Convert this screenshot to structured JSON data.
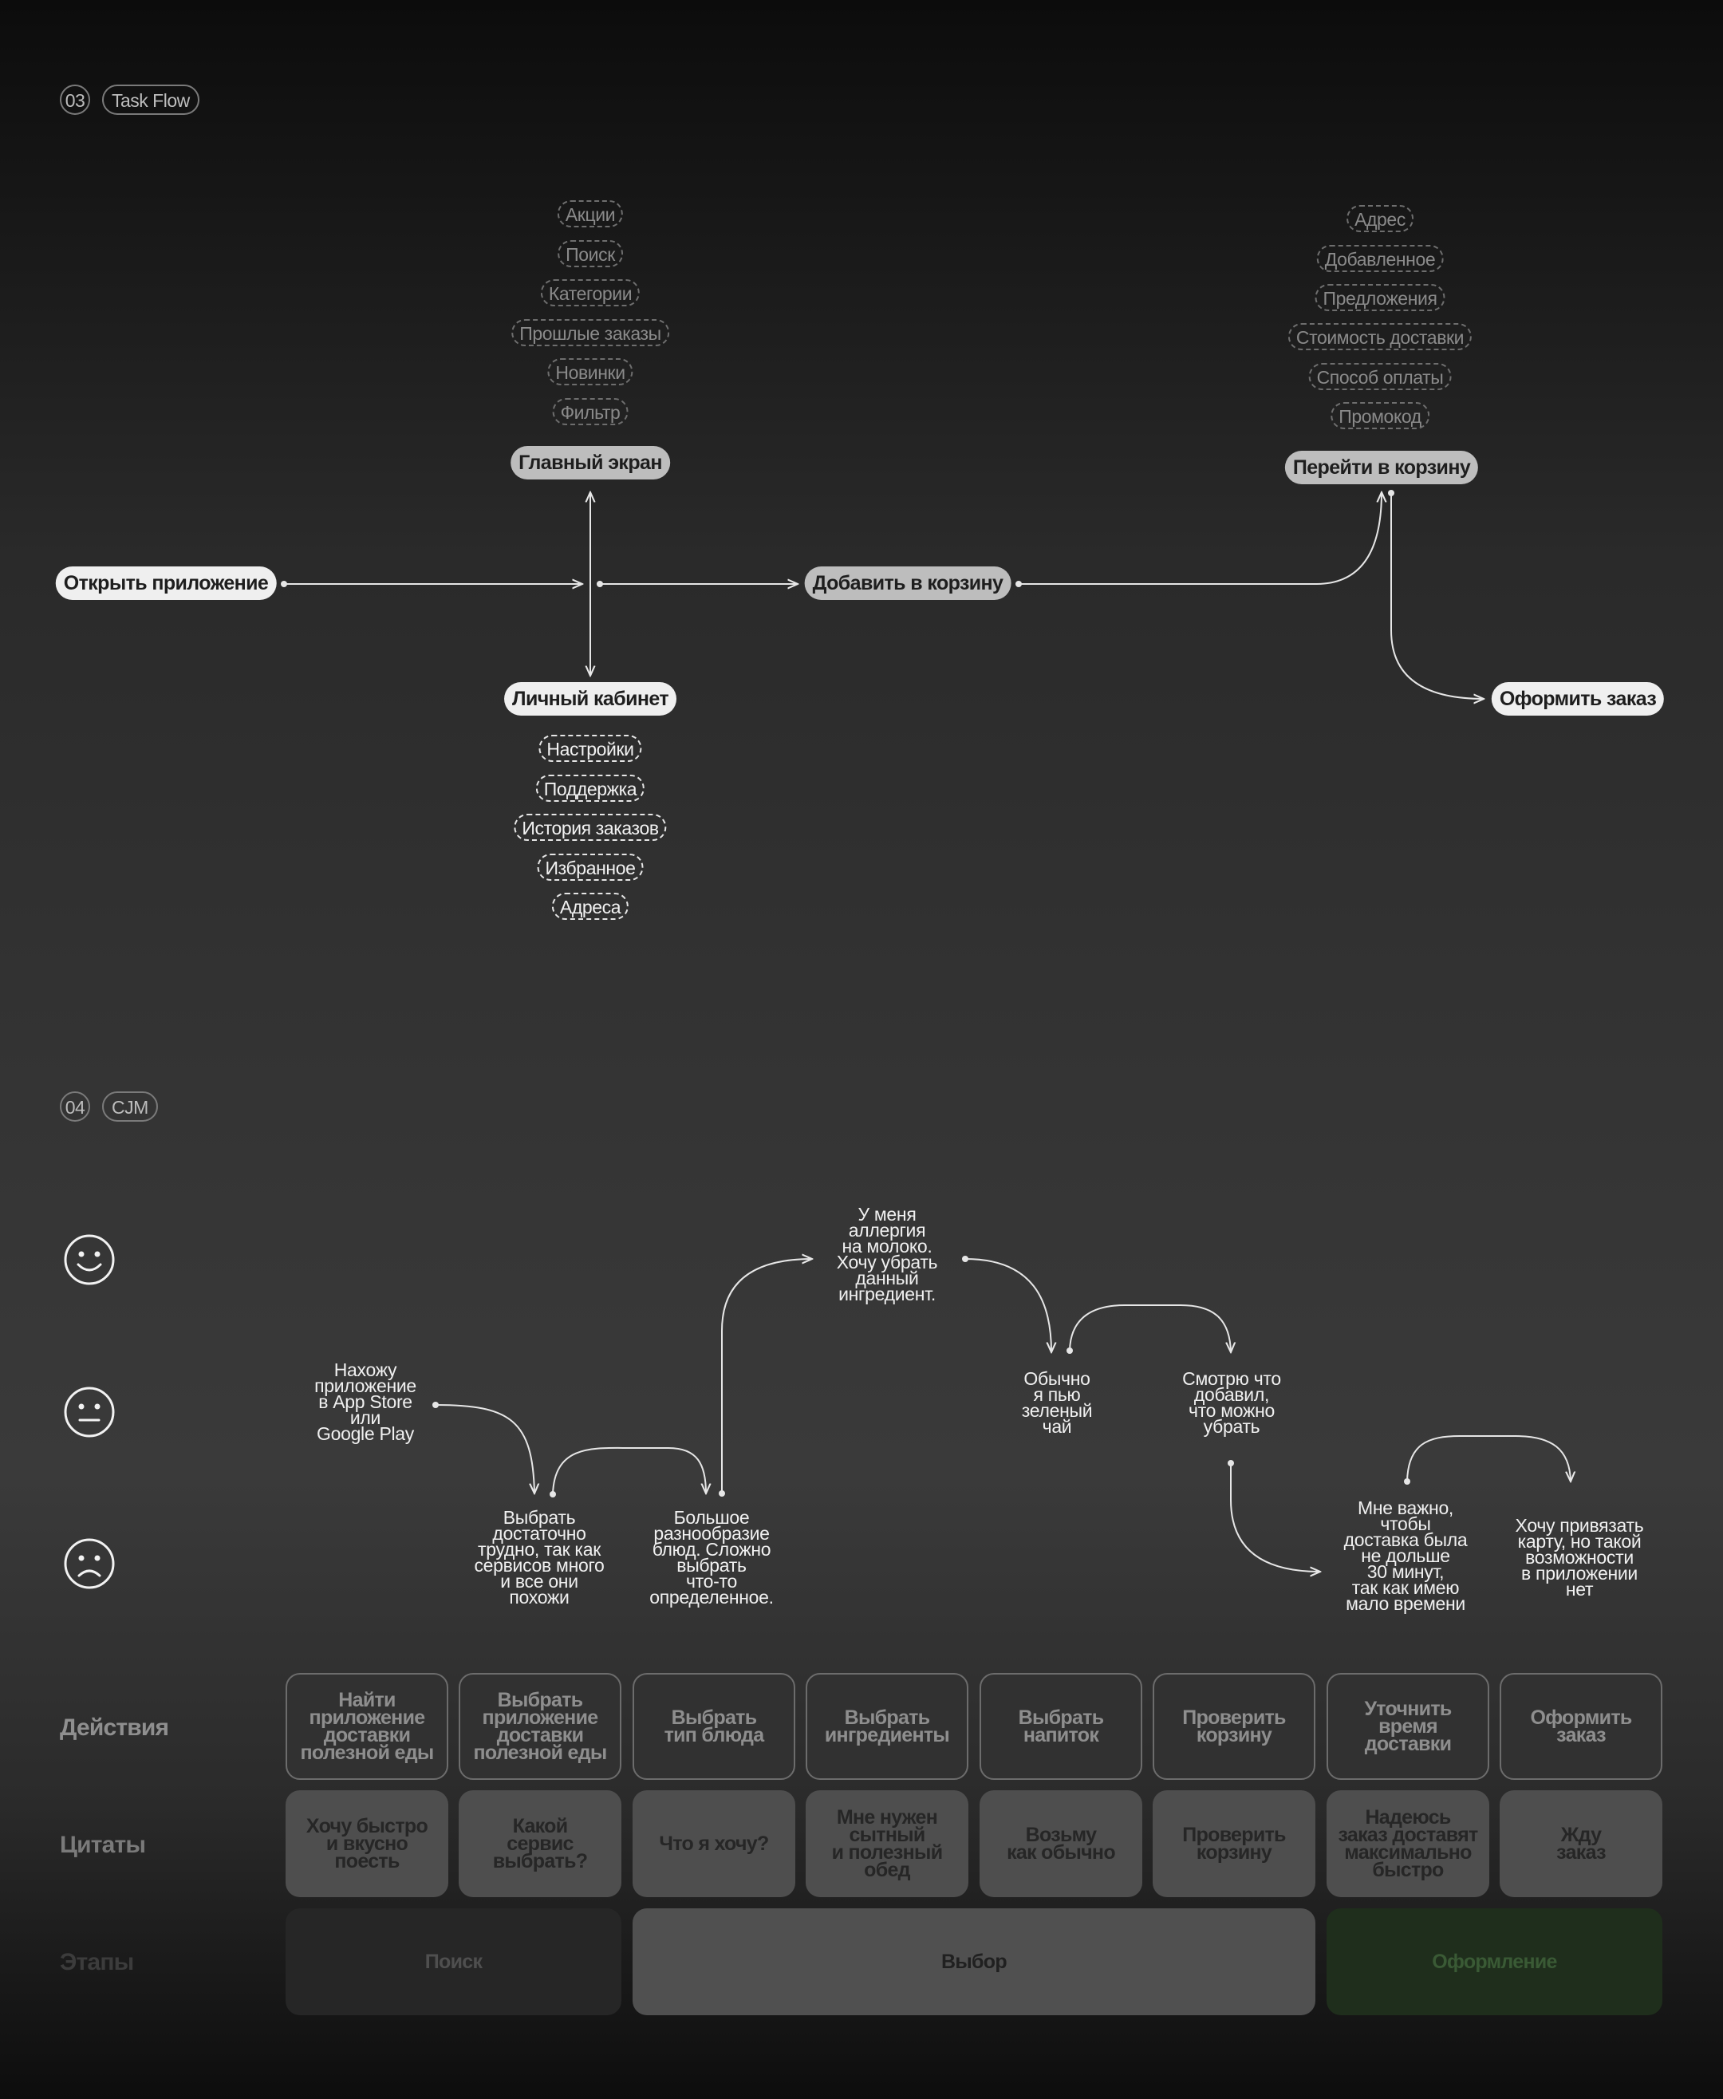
{
  "section_taskflow": {
    "num": "03",
    "label": "Task Flow"
  },
  "taskflow": {
    "open_app": "Открыть приложение",
    "main_screen": "Главный экран",
    "add_to_cart": "Добавить в корзину",
    "go_to_cart": "Перейти в корзину",
    "checkout": "Оформить заказ",
    "account": "Личный кабинет",
    "main_screen_items": [
      "Акции",
      "Поиск",
      "Категории",
      "Прошлые заказы",
      "Новинки",
      "Фильтр"
    ],
    "cart_items": [
      "Адрес",
      "Добавленное",
      "Предложения",
      "Стоимость доставки",
      "Способ оплаты",
      "Промокод"
    ],
    "account_items": [
      "Настройки",
      "Поддержка",
      "История заказов",
      "Избранное",
      "Адреса"
    ]
  },
  "section_cjm": {
    "num": "04",
    "label": "CJM"
  },
  "cjm": {
    "faces": [
      "happy-face-icon",
      "neutral-face-icon",
      "sad-face-icon"
    ],
    "quotes": [
      [
        "Нахожу",
        "приложение",
        "в App Store",
        "или",
        "Google Play"
      ],
      [
        "Выбрать",
        "достаточно",
        "трудно, так как",
        "сервисов много",
        "и все они",
        "похожи"
      ],
      [
        "Большое",
        "разнообразие",
        "блюд. Сложно",
        "выбрать",
        "что-то",
        "определенное."
      ],
      [
        "У меня",
        "аллергия",
        "на молоко.",
        "Хочу убрать",
        "данный",
        "ингредиент."
      ],
      [
        "Обычно",
        "я пью",
        "зеленый",
        "чай"
      ],
      [
        "Смотрю что",
        "добавил,",
        "что можно",
        "убрать"
      ],
      [
        "Мне важно,",
        "чтобы",
        "доставка была",
        "не дольше",
        "30 минут,",
        "так как имею",
        "мало времени"
      ],
      [
        "Хочу привязать",
        "карту, но такой",
        "возможности",
        "в приложении",
        "нет"
      ]
    ],
    "row_labels": {
      "actions": "Действия",
      "quotes": "Цитаты",
      "stages": "Этапы"
    },
    "actions": [
      [
        "Найти",
        "приложение",
        "доставки",
        "полезной еды"
      ],
      [
        "Выбрать",
        "приложение",
        "доставки",
        "полезной еды"
      ],
      [
        "Выбрать",
        "тип блюда"
      ],
      [
        "Выбрать",
        "ингредиенты"
      ],
      [
        "Выбрать",
        "напиток"
      ],
      [
        "Проверить",
        "корзину"
      ],
      [
        "Уточнить",
        "время",
        "доставки"
      ],
      [
        "Оформить",
        "заказ"
      ]
    ],
    "quote_cells": [
      [
        "Хочу быстро",
        "и вкусно",
        "поесть"
      ],
      [
        "Какой",
        "сервис",
        "выбрать?"
      ],
      [
        "Что я хочу?"
      ],
      [
        "Мне нужен",
        "сытный",
        "и полезный",
        "обед"
      ],
      [
        "Возьму",
        "как обычно"
      ],
      [
        "Проверить",
        "корзину"
      ],
      [
        "Надеюсь",
        "заказ доставят",
        "максимально",
        "быстро"
      ],
      [
        "Жду",
        "заказ"
      ]
    ],
    "stages": [
      {
        "label": "Поиск",
        "bg": "#262626",
        "color": "#4f4f4f"
      },
      {
        "label": "Выбор",
        "bg": "#505050",
        "color": "#202020"
      },
      {
        "label": "Оформление",
        "bg": "#1f2e1c",
        "color": "#3a5a35"
      }
    ]
  }
}
